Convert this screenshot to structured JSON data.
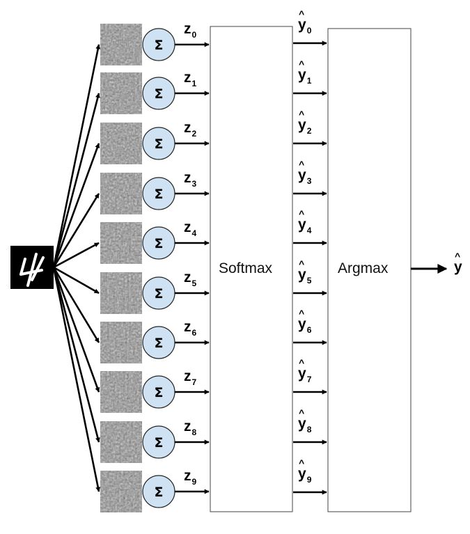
{
  "input_digit": "4",
  "sum_symbol": "Σ",
  "z_symbol": "z",
  "y_symbol": "y",
  "hat_symbol": "^",
  "indices": [
    "0",
    "1",
    "2",
    "3",
    "4",
    "5",
    "6",
    "7",
    "8",
    "9"
  ],
  "softmax_label": "Softmax",
  "argmax_label": "Argmax",
  "output_label": "y",
  "colors": {
    "sum_node_fill": "#cfe2f3",
    "sum_node_stroke": "#222222",
    "box_stroke": "#444444",
    "arrow": "#000000",
    "input_bg": "#000000",
    "input_stroke": "#ffffff"
  }
}
